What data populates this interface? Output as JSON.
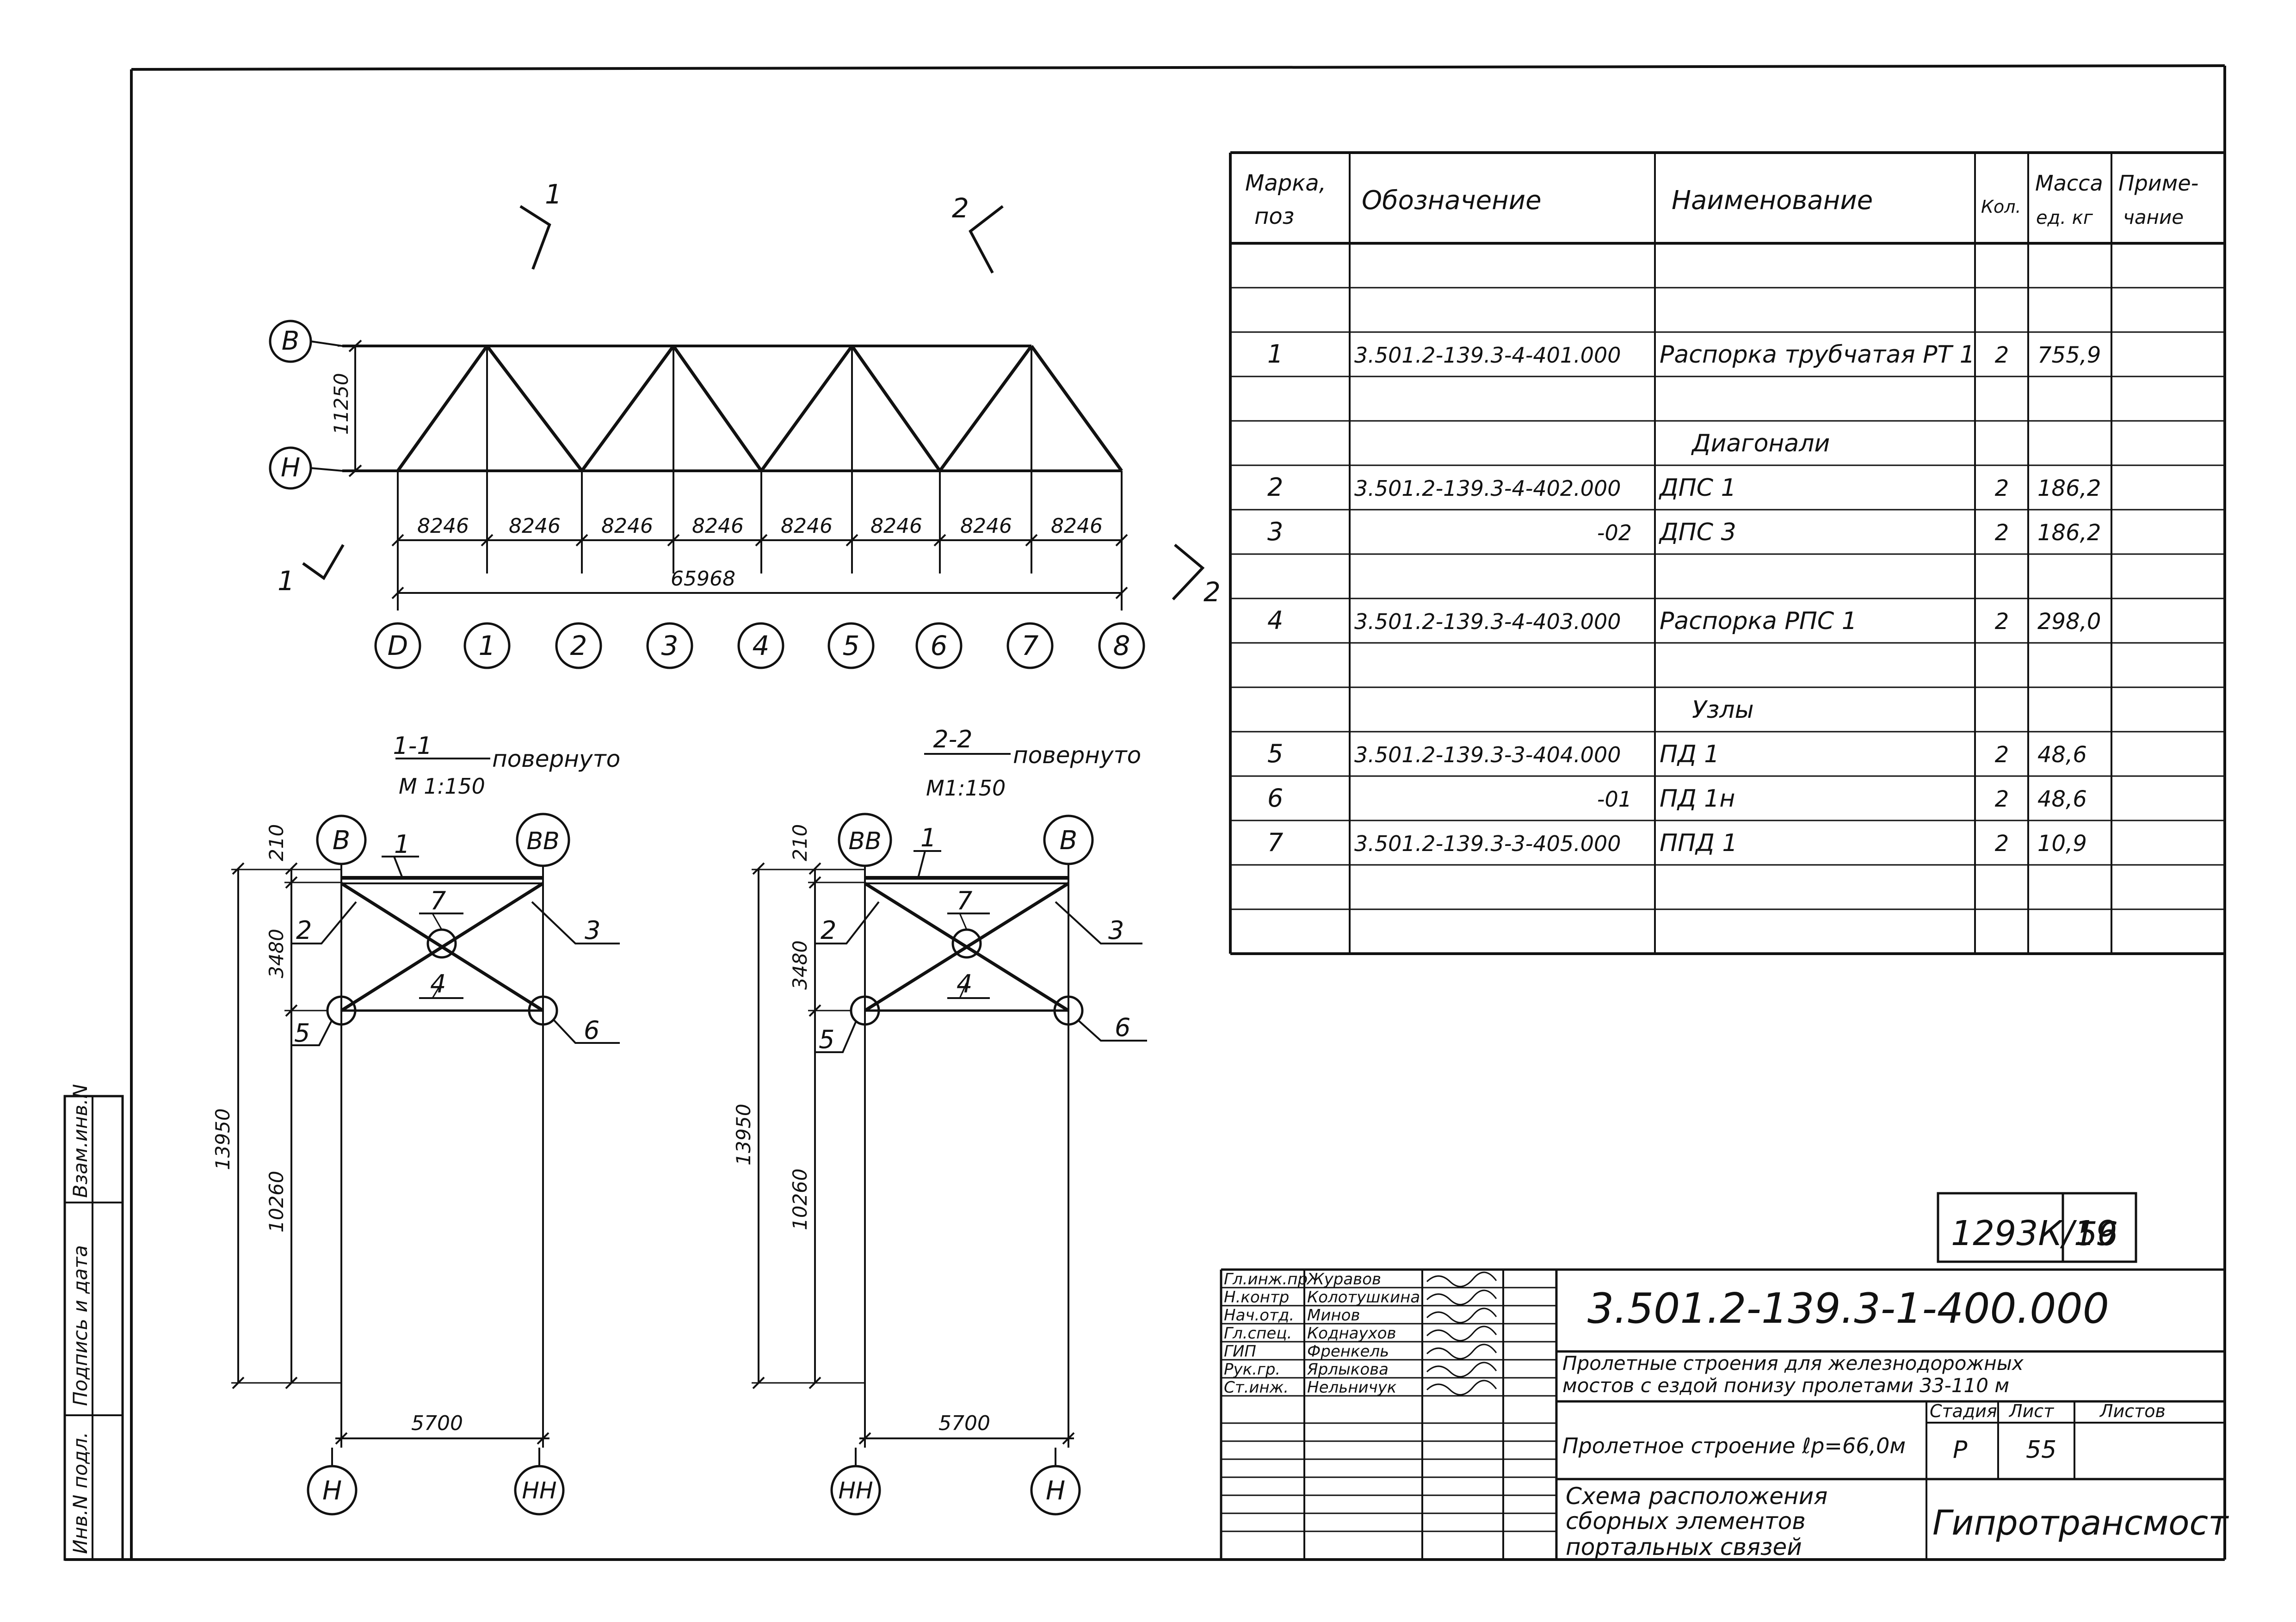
{
  "side_stamp": {
    "inv_no": "Инв.N подл.",
    "sign_date": "Подпись и дата",
    "replace_inv": "Взам.инв.N"
  },
  "elevation": {
    "section_marks": [
      "1",
      "1",
      "2",
      "2"
    ],
    "row_labels": [
      "В",
      "Н"
    ],
    "height": "11250",
    "panels": [
      "8246",
      "8246",
      "8246",
      "8246",
      "8246",
      "8246",
      "8246",
      "8246"
    ],
    "total": "65968",
    "axes": [
      "D",
      "1",
      "2",
      "3",
      "4",
      "5",
      "6",
      "7",
      "8"
    ]
  },
  "section_1": {
    "title": "1-1",
    "title_suffix": "повернуто",
    "scale": "М 1:150",
    "top_axes": [
      "В",
      "ВВ"
    ],
    "bottom_axes": [
      "Н",
      "НН"
    ],
    "dims_left": [
      "210",
      "3480",
      "10260"
    ],
    "dim_total": "13950",
    "width": "5700",
    "callouts": [
      "1",
      "2",
      "3",
      "4",
      "5",
      "6",
      "7"
    ]
  },
  "section_2": {
    "title": "2-2",
    "title_suffix": "повернуто",
    "scale": "М1:150",
    "top_axes": [
      "ВВ",
      "В"
    ],
    "bottom_axes": [
      "НН",
      "Н"
    ],
    "dims_left": [
      "210",
      "3480",
      "10260"
    ],
    "dim_total": "13950",
    "width": "5700",
    "callouts": [
      "1",
      "2",
      "3",
      "4",
      "5",
      "6",
      "7"
    ]
  },
  "spec_table": {
    "headers": {
      "mark_a": "Марка,",
      "mark_b": "поз",
      "designation": "Обозначение",
      "name": "Наименование",
      "qty": "Кол.",
      "mass_a": "Масса",
      "mass_b": "ед. кг",
      "note_a": "Приме-",
      "note_b": "чание"
    },
    "rows": [
      {
        "mark": "",
        "designation": "",
        "name": "",
        "qty": "",
        "mass": ""
      },
      {
        "mark": "",
        "designation": "",
        "name": "",
        "qty": "",
        "mass": ""
      },
      {
        "mark": "1",
        "designation": "3.501.2-139.3-4-401.000",
        "name": "Распорка трубчатая РТ 1",
        "qty": "2",
        "mass": "755,9"
      },
      {
        "mark": "",
        "designation": "",
        "name": "",
        "qty": "",
        "mass": ""
      },
      {
        "mark": "",
        "designation": "",
        "name": "Диагонали",
        "qty": "",
        "mass": ""
      },
      {
        "mark": "2",
        "designation": "3.501.2-139.3-4-402.000",
        "name": "ДПС 1",
        "qty": "2",
        "mass": "186,2"
      },
      {
        "mark": "3",
        "designation": "-02",
        "name": "ДПС 3",
        "qty": "2",
        "mass": "186,2"
      },
      {
        "mark": "",
        "designation": "",
        "name": "",
        "qty": "",
        "mass": ""
      },
      {
        "mark": "4",
        "designation": "3.501.2-139.3-4-403.000",
        "name": "Распорка РПС 1",
        "qty": "2",
        "mass": "298,0"
      },
      {
        "mark": "",
        "designation": "",
        "name": "",
        "qty": "",
        "mass": ""
      },
      {
        "mark": "",
        "designation": "",
        "name": "Узлы",
        "qty": "",
        "mass": ""
      },
      {
        "mark": "5",
        "designation": "3.501.2-139.3-3-404.000",
        "name": "ПД 1",
        "qty": "2",
        "mass": "48,6"
      },
      {
        "mark": "6",
        "designation": "-01",
        "name": "ПД 1н",
        "qty": "2",
        "mass": "48,6"
      },
      {
        "mark": "7",
        "designation": "3.501.2-139.3-3-405.000",
        "name": "ППД 1",
        "qty": "2",
        "mass": "10,9"
      },
      {
        "mark": "",
        "designation": "",
        "name": "",
        "qty": "",
        "mass": ""
      },
      {
        "mark": "",
        "designation": "",
        "name": "",
        "qty": "",
        "mass": ""
      }
    ]
  },
  "title_block": {
    "archive_no": "1293К/19",
    "archive_sheet": "56",
    "code": "3.501.2-139.3-1-400.000",
    "project_line1": "Пролетные строения для железнодорожных",
    "project_line2": "мостов с ездой понизу пролетами 33-110 м",
    "part": "Пролетное строение ℓр=66,0м",
    "stage_label": "Стадия",
    "sheet_label": "Лист",
    "sheets_label": "Листов",
    "stage": "Р",
    "sheet": "55",
    "sheets": "",
    "drawing_title_1": "Схема расположения",
    "drawing_title_2": "сборных элементов",
    "drawing_title_3": "портальных связей",
    "org": "Гипротрансмост",
    "staff": [
      {
        "role": "Гл.инж.пр",
        "name": "Журавов"
      },
      {
        "role": "Н.контр",
        "name": "Колотушкина"
      },
      {
        "role": "Нач.отд.",
        "name": "Минов"
      },
      {
        "role": "Гл.спец.",
        "name": "Коднаухов"
      },
      {
        "role": "ГИП",
        "name": "Френкель"
      },
      {
        "role": "Рук.гр.",
        "name": "Ярлыкова"
      },
      {
        "role": "Ст.инж.",
        "name": "Нельничук"
      }
    ]
  }
}
